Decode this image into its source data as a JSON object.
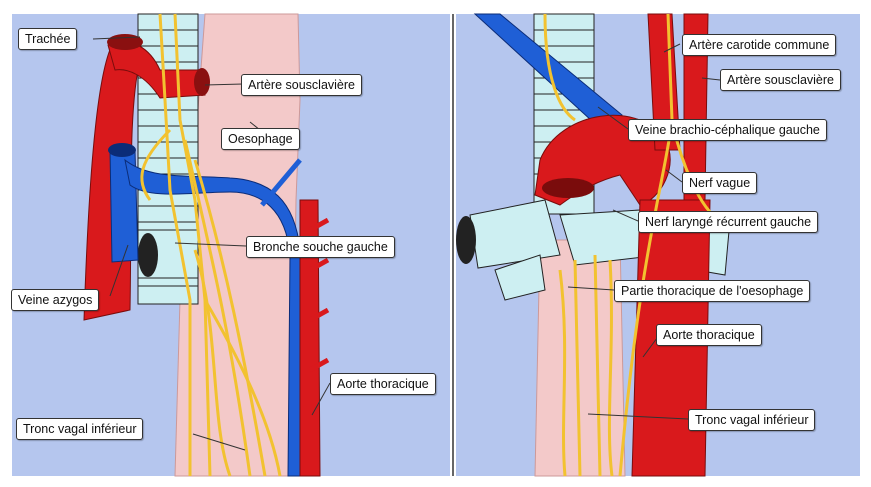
{
  "colors": {
    "background": "#b5c6ee",
    "esophagus": "#f3c9c9",
    "artery": "#d9191c",
    "vein": "#1f5fd6",
    "nerve": "#f2c230",
    "trachea_ring": "#cdeff2"
  },
  "left_panel": {
    "labels": {
      "trachea": "Trachée",
      "subclavian_artery": "Artère sousclavière",
      "esophagus": "Oesophage",
      "left_main_bronchus": "Bronche souche gauche",
      "azygos_vein": "Veine azygos",
      "thoracic_aorta": "Aorte thoracique",
      "lower_vagal_trunk": "Tronc vagal inférieur"
    }
  },
  "right_panel": {
    "labels": {
      "common_carotid_artery": "Artère carotide commune",
      "subclavian_artery": "Artère sousclavière",
      "left_brachiocephalic_vein": "Veine brachio-céphalique gauche",
      "vagus_nerve": "Nerf vague",
      "left_recurrent_laryngeal_nerve": "Nerf laryngé récurrent gauche",
      "thoracic_esophagus": "Partie thoracique de l'oesophage",
      "thoracic_aorta": "Aorte thoracique",
      "lower_vagal_trunk": "Tronc vagal inférieur"
    }
  }
}
